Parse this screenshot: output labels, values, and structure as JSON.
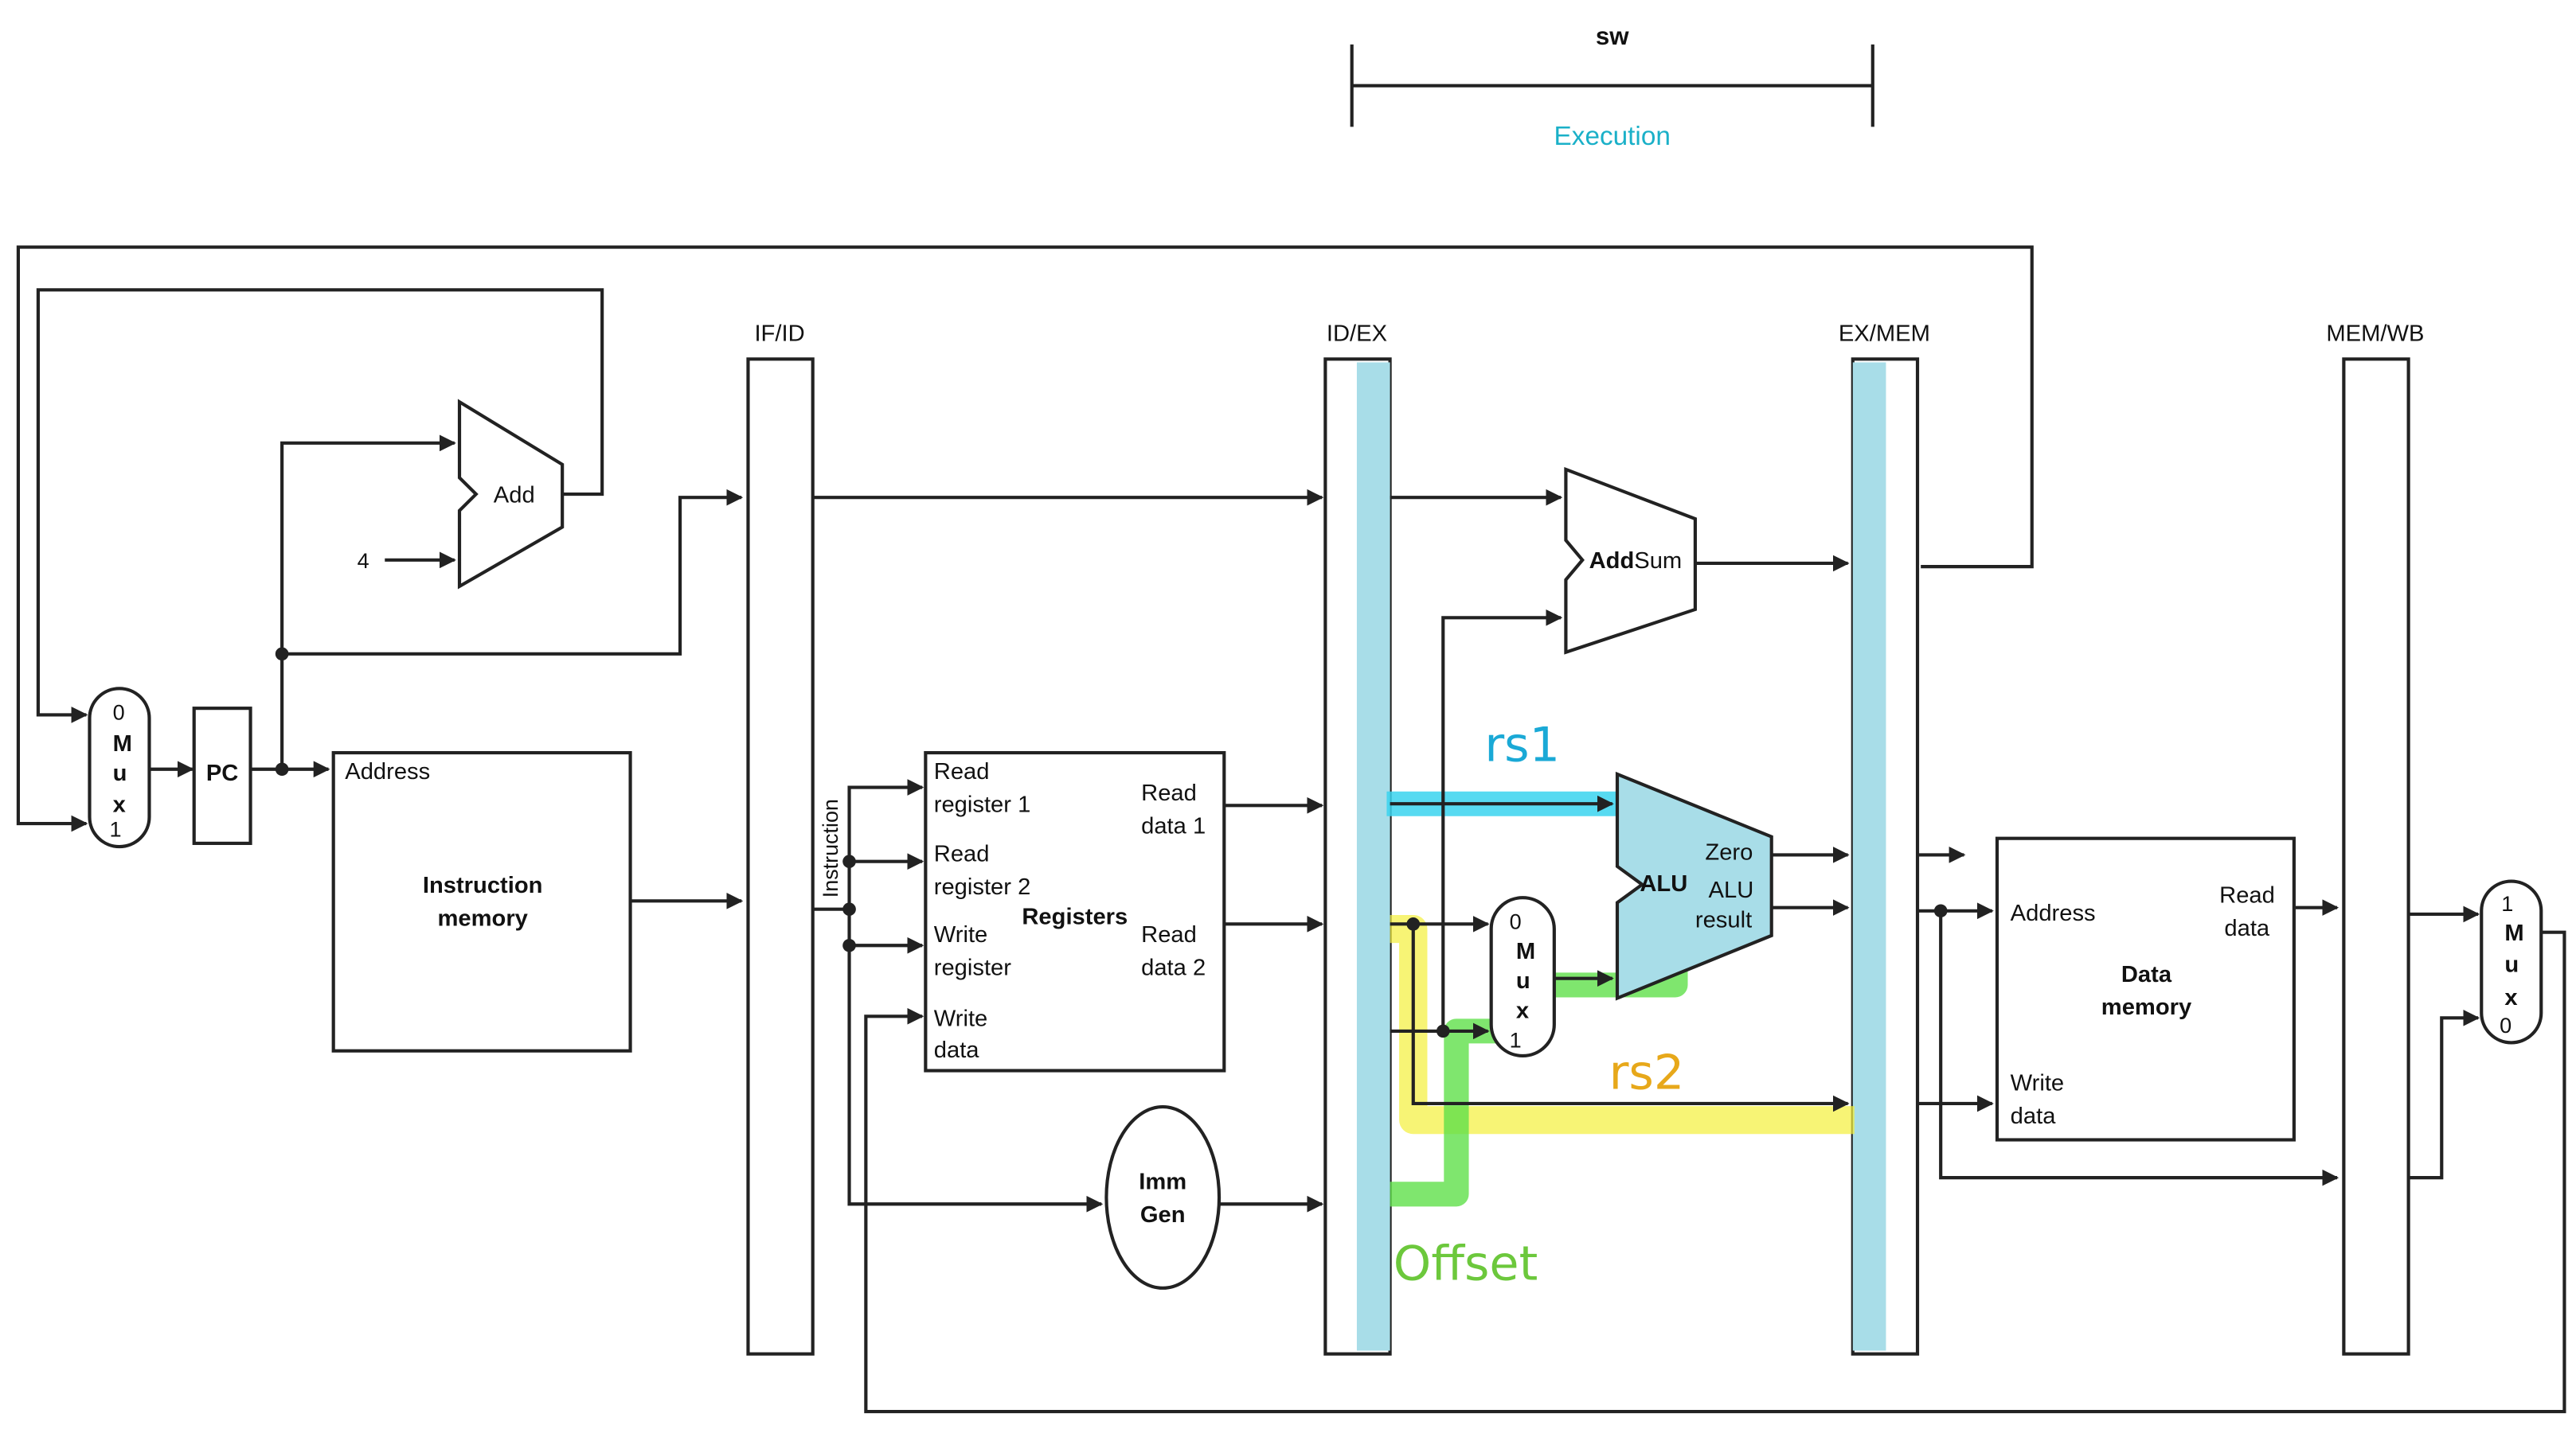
{
  "stage_marker": {
    "instruction": "sw",
    "stage": "Execution",
    "stage_color": "#1ab0c8"
  },
  "pipeline_registers": {
    "if_id": "IF/ID",
    "id_ex": "ID/EX",
    "ex_mem": "EX/MEM",
    "mem_wb": "MEM/WB",
    "active_fill": "#a8dde8"
  },
  "fetch": {
    "pc": "PC",
    "add": "Add",
    "constant_four": "4",
    "mux": [
      "0",
      "M",
      "u",
      "x",
      "1"
    ]
  },
  "instruction_memory": {
    "address": "Address",
    "title_line1": "Instruction",
    "title_line2": "memory"
  },
  "if_id_bus_label": "Instruction",
  "registers": {
    "read_reg1_line1": "Read",
    "read_reg1_line2": "register 1",
    "read_reg2_line1": "Read",
    "read_reg2_line2": "register 2",
    "write_reg_line1": "Write",
    "write_reg_line2": "register",
    "write_data_line1": "Write",
    "write_data_line2": "data",
    "title": "Registers",
    "read_data1_line1": "Read",
    "read_data1_line2": "data 1",
    "read_data2_line1": "Read",
    "read_data2_line2": "data 2"
  },
  "imm_gen": {
    "line1": "Imm",
    "line2": "Gen"
  },
  "execute": {
    "add_sum_add": "Add",
    "add_sum_sum": "Sum",
    "alu": "ALU",
    "zero": "Zero",
    "alu_result_line1": "ALU",
    "alu_result_line2": "result",
    "mux": [
      "0",
      "M",
      "u",
      "x",
      "1"
    ]
  },
  "data_memory": {
    "address": "Address",
    "read_data_line1": "Read",
    "read_data_line2": "data",
    "write_data_line1": "Write",
    "write_data_line2": "data",
    "title_line1": "Data",
    "title_line2": "memory"
  },
  "writeback_mux": [
    "1",
    "M",
    "u",
    "x",
    "0"
  ],
  "annotations": {
    "rs1": {
      "label": "rs1",
      "color": "#1aa9d6",
      "highlight": "#39d3ef"
    },
    "rs2": {
      "label": "rs2",
      "color": "#e7a81a",
      "highlight": "#f4f03a"
    },
    "offset": {
      "label": "Offset",
      "color": "#6cc83c",
      "highlight": "#5fe04a"
    }
  }
}
